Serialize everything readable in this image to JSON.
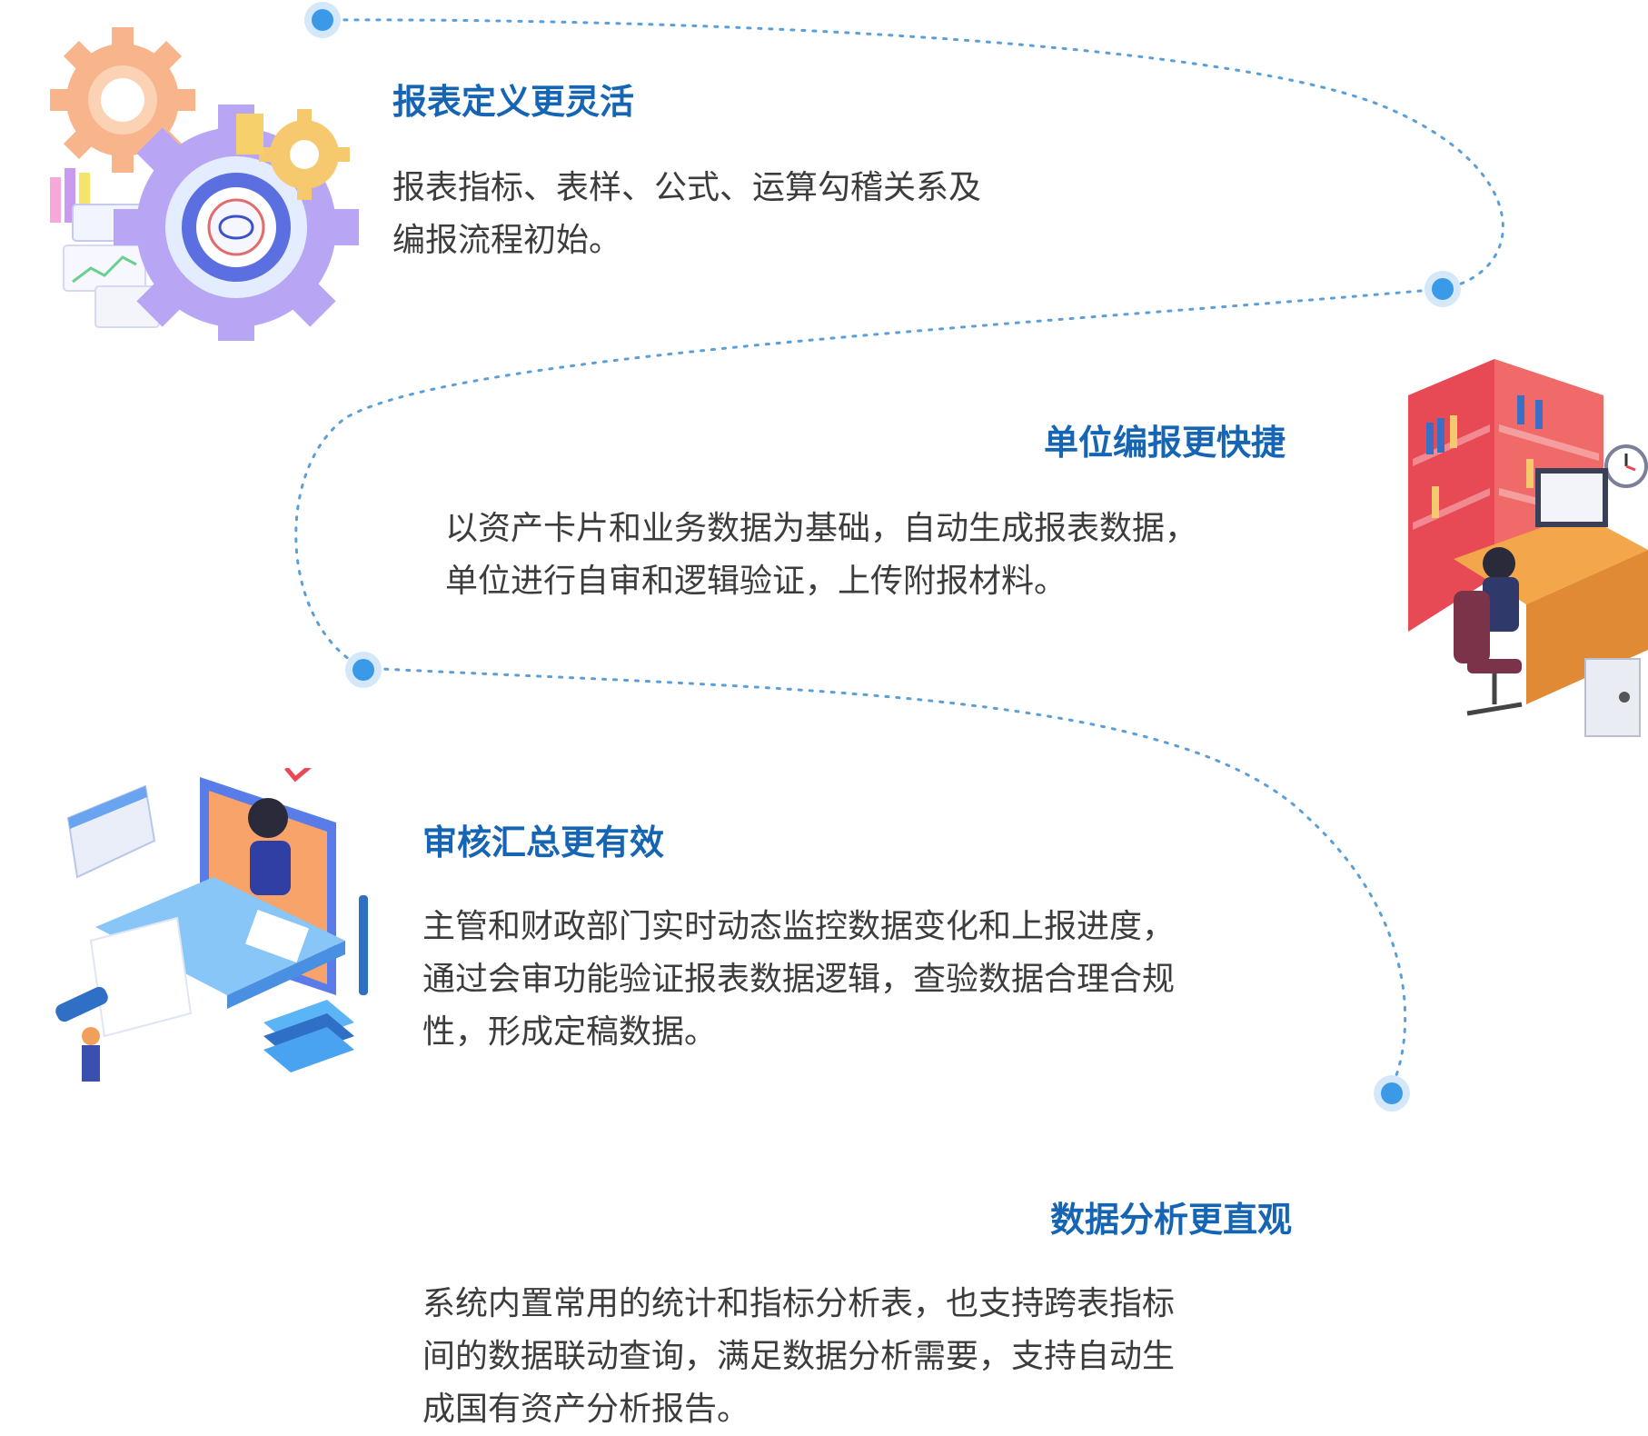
{
  "features": [
    {
      "title": "报表定义更灵活",
      "lines": [
        "报表指标、表样、公式、运算勾稽关系及",
        "编报流程初始。"
      ],
      "illustration": "gears-brain-icon"
    },
    {
      "title": "单位编报更快捷",
      "lines": [
        "以资产卡片和业务数据为基础，自动生成报表数据，",
        "单位进行自审和逻辑验证，上传附报材料。"
      ],
      "illustration": "office-desk-illustration"
    },
    {
      "title": "审核汇总更有效",
      "lines": [
        "主管和财政部门实时动态监控数据变化和上报进度，",
        "通过会审功能验证报表数据逻辑，查验数据合理合规",
        "性，形成定稿数据。"
      ],
      "illustration": "computer-review-illustration"
    },
    {
      "title": "数据分析更直观",
      "lines": [
        "系统内置常用的统计和指标分析表，也支持跨表指标",
        "间的数据联动查询，满足数据分析需要，支持自动生",
        "成国有资产分析报告。"
      ]
    }
  ],
  "colors": {
    "title": "#1565b4",
    "body": "#3c3c3c",
    "path": "#5b9fd6",
    "node": "#3a9ae8"
  }
}
